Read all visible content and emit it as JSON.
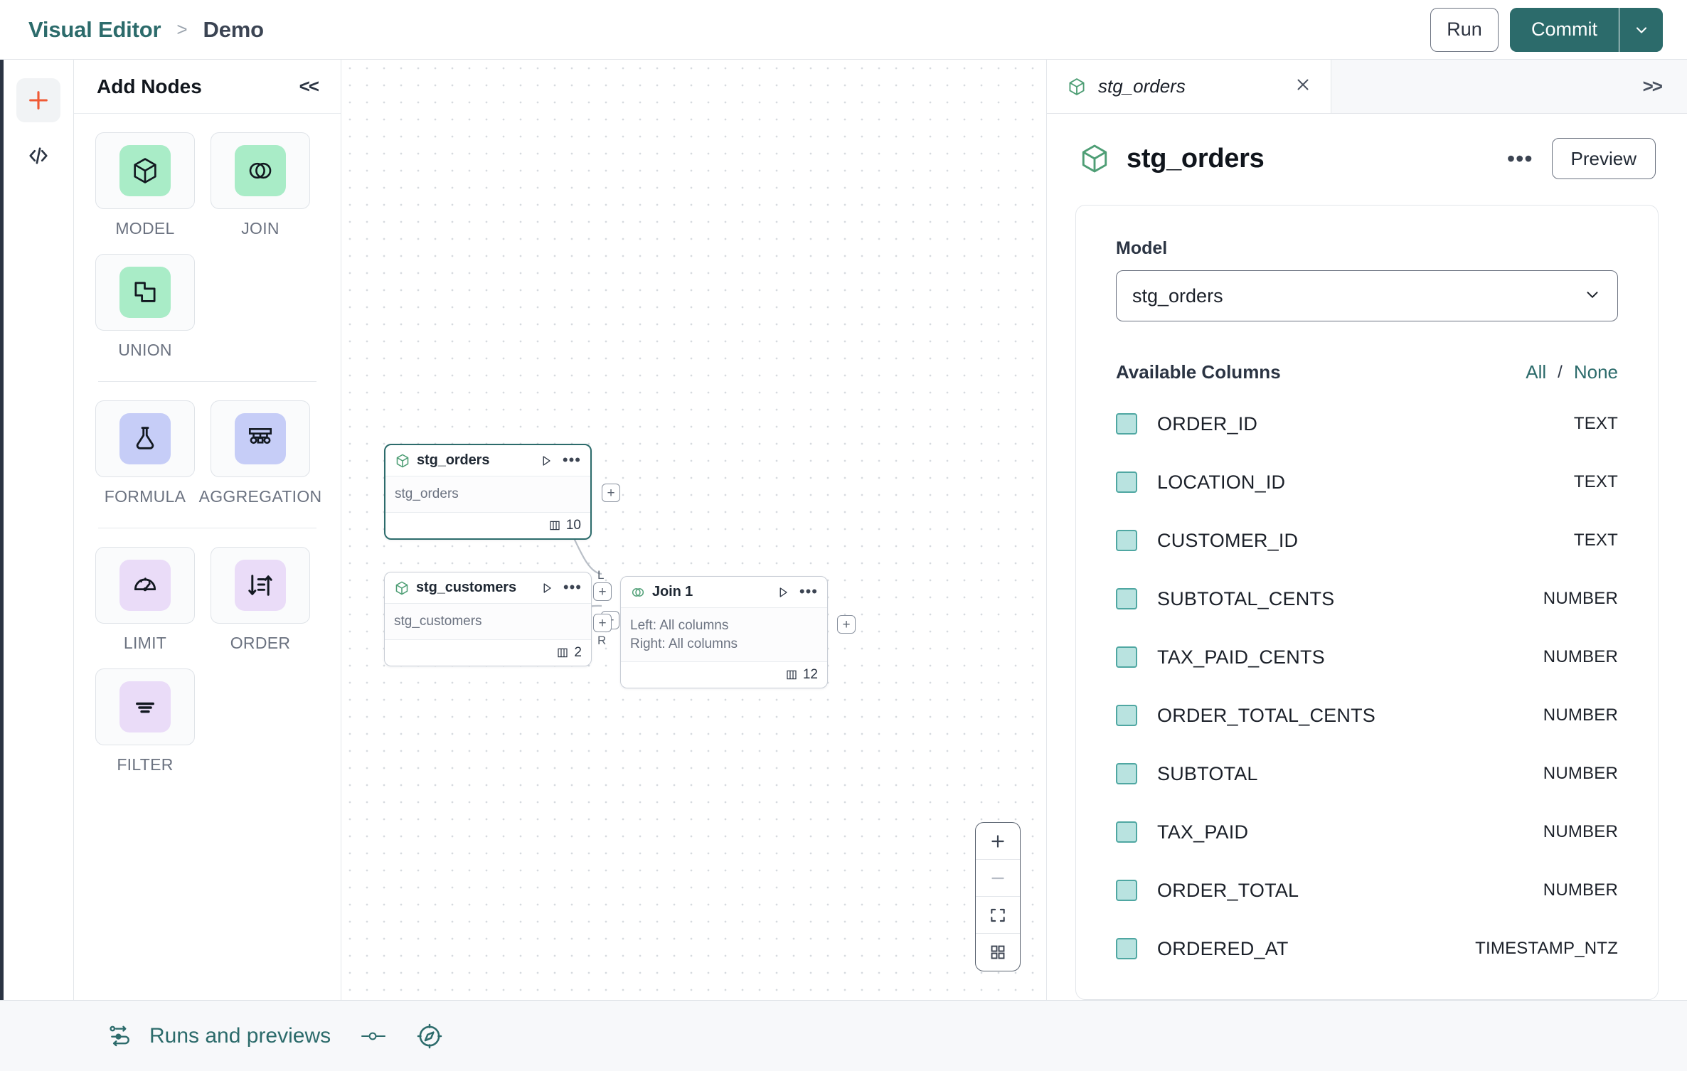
{
  "topbar": {
    "breadcrumb": {
      "root": "Visual Editor",
      "separator": ">",
      "current": "Demo"
    },
    "run_label": "Run",
    "commit_label": "Commit",
    "accent_color": "#2c6b6b"
  },
  "rail": {
    "add_icon": "plus-icon",
    "add_color": "#f05a35",
    "code_icon": "code-brackets-icon"
  },
  "palette": {
    "title": "Add Nodes",
    "collapse_label": "<<",
    "groups": [
      {
        "nodes": [
          {
            "label": "MODEL",
            "icon": "cube-icon",
            "swatch": "#a9ecc7"
          },
          {
            "label": "JOIN",
            "icon": "venn-circles-icon",
            "swatch": "#a9ecc7"
          },
          {
            "label": "UNION",
            "icon": "union-shapes-icon",
            "swatch": "#a9ecc7"
          }
        ]
      },
      {
        "nodes": [
          {
            "label": "FORMULA",
            "icon": "flask-icon",
            "swatch": "#c6cdf7"
          },
          {
            "label": "AGGREGATION",
            "icon": "aggregation-tree-icon",
            "swatch": "#c6cdf7"
          }
        ]
      },
      {
        "nodes": [
          {
            "label": "LIMIT",
            "icon": "gauge-icon",
            "swatch": "#eadcf8"
          },
          {
            "label": "ORDER",
            "icon": "sort-icon",
            "swatch": "#eadcf8"
          },
          {
            "label": "FILTER",
            "icon": "filter-lines-icon",
            "swatch": "#eadcf8"
          }
        ]
      }
    ]
  },
  "canvas": {
    "nodes": [
      {
        "id": "stg_orders",
        "title": "stg_orders",
        "icon": "cube-icon",
        "body_lines": [
          "stg_orders"
        ],
        "column_count": "10",
        "selected": true
      },
      {
        "id": "stg_customers",
        "title": "stg_customers",
        "icon": "cube-icon",
        "body_lines": [
          "stg_customers"
        ],
        "column_count": "2",
        "selected": false
      },
      {
        "id": "join_1",
        "title": "Join 1",
        "icon": "venn-circles-icon",
        "body_lines": [
          "Left: All columns",
          "Right: All columns"
        ],
        "column_count": "12",
        "selected": false,
        "input_ports": [
          "L",
          "R"
        ]
      }
    ],
    "port_glyph": "+",
    "zoom_controls": [
      {
        "name": "zoom-in-button",
        "icon": "plus-icon"
      },
      {
        "name": "zoom-out-button",
        "icon": "minus-icon"
      },
      {
        "name": "fit-view-button",
        "icon": "fit-screen-icon"
      },
      {
        "name": "minimap-button",
        "icon": "grid-squares-icon"
      }
    ]
  },
  "rightpanel": {
    "tab": {
      "title": "stg_orders",
      "icon": "cube-icon",
      "close_icon": "close-icon"
    },
    "expand_icon": ">>",
    "header": {
      "title": "stg_orders",
      "icon": "cube-icon",
      "more_label": "•••",
      "preview_label": "Preview"
    },
    "model_field": {
      "label": "Model",
      "value": "stg_orders",
      "caret_icon": "chevron-down-icon"
    },
    "columns_section": {
      "title": "Available Columns",
      "all_label": "All",
      "separator": "/",
      "none_label": "None",
      "rows": [
        {
          "name": "ORDER_ID",
          "type": "TEXT",
          "checked": true
        },
        {
          "name": "LOCATION_ID",
          "type": "TEXT",
          "checked": true
        },
        {
          "name": "CUSTOMER_ID",
          "type": "TEXT",
          "checked": true
        },
        {
          "name": "SUBTOTAL_CENTS",
          "type": "NUMBER",
          "checked": true
        },
        {
          "name": "TAX_PAID_CENTS",
          "type": "NUMBER",
          "checked": true
        },
        {
          "name": "ORDER_TOTAL_CENTS",
          "type": "NUMBER",
          "checked": true
        },
        {
          "name": "SUBTOTAL",
          "type": "NUMBER",
          "checked": true
        },
        {
          "name": "TAX_PAID",
          "type": "NUMBER",
          "checked": true
        },
        {
          "name": "ORDER_TOTAL",
          "type": "NUMBER",
          "checked": true
        },
        {
          "name": "ORDERED_AT",
          "type": "TIMESTAMP_NTZ",
          "checked": true
        }
      ]
    }
  },
  "bottombar": {
    "runs_label": "Runs and previews",
    "runs_icon": "pipeline-icon",
    "toggle_icon": "slider-toggle-icon",
    "compass_icon": "compass-icon"
  }
}
